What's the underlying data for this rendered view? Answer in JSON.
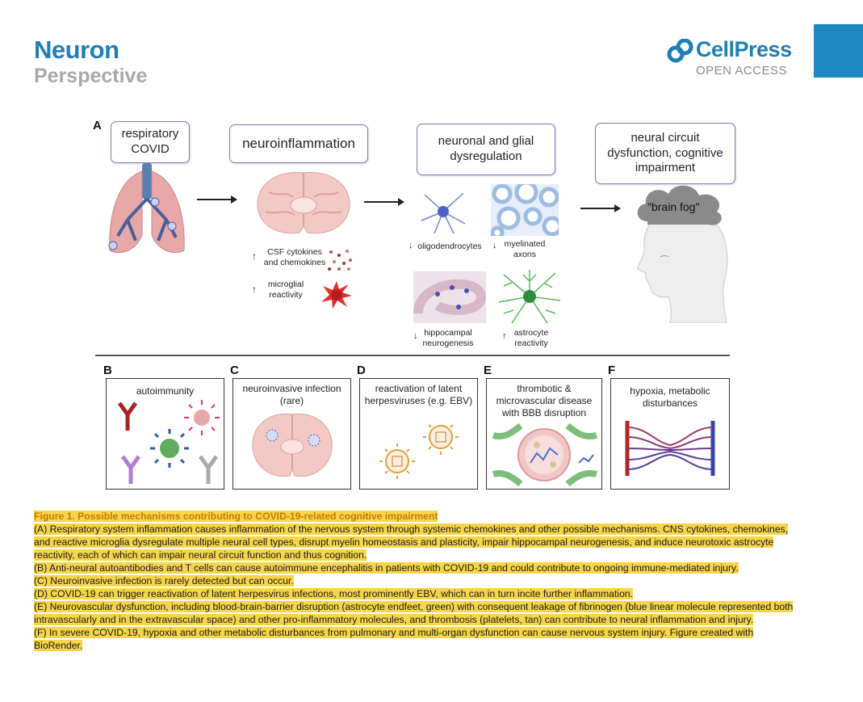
{
  "header": {
    "journal": "Neuron",
    "section": "Perspective",
    "brand": "CellPress",
    "access": "OPEN ACCESS"
  },
  "figure": {
    "panel_a": {
      "label": "A",
      "box1": "respiratory COVID",
      "box2": "neuroinflammation",
      "box3": "neuronal and glial dysregulation",
      "box4": "neural circuit dysfunction, cognitive impairment",
      "csf": "CSF cytokines and chemokines",
      "microglial": "microglial reactivity",
      "oligo": "oligodendrocytes",
      "myelinated": "myelinated axons",
      "hippocampal": "hippocampal neurogenesis",
      "astrocyte": "astrocyte reactivity",
      "brain_fog": "\"brain fog\""
    },
    "panels": [
      {
        "label": "B",
        "title": "autoimmunity"
      },
      {
        "label": "C",
        "title": "neuroinvasive infection (rare)"
      },
      {
        "label": "D",
        "title": "reactivation of latent herpesviruses (e.g. EBV)"
      },
      {
        "label": "E",
        "title": "thrombotic & microvascular disease with BBB disruption"
      },
      {
        "label": "F",
        "title": "hypoxia, metabolic disturbances"
      }
    ]
  },
  "caption": {
    "title": "Figure 1.  Possible mechanisms contributing to COVID-19-related cognitive impairment",
    "a": "(A) Respiratory system inflammation causes inflammation of the nervous system through systemic chemokines and other possible mechanisms. CNS cytokines, chemokines, and reactive microglia dysregulate multiple neural cell types, disrupt myelin homeostasis and plasticity, impair hippocampal neurogenesis, and induce neurotoxic astrocyte reactivity, each of which can impair neural circuit function and thus cognition.",
    "b": "(B) Anti-neural autoantibodies and T cells can cause autoimmune encephalitis in patients with COVID-19 and could contribute to ongoing immune-mediated injury.",
    "c": "(C) Neuroinvasive infection is rarely detected but can occur.",
    "d": "(D) COVID-19 can trigger reactivation of latent herpesvirus infections, most prominently EBV, which can in turn incite further inflammation.",
    "e": "(E) Neurovascular dysfunction, including blood-brain-barrier disruption (astrocyte endfeet, green) with consequent leakage of fibrinogen (blue linear molecule represented both intravascularly and in the extravascular space) and other pro-inflammatory molecules, and thrombosis (platelets, tan) can contribute to neural inflammation and injury.",
    "f": "(F) In severe COVID-19, hypoxia and other metabolic disturbances from pulmonary and multi-organ dysfunction can cause nervous system injury. Figure created with BioRender."
  }
}
